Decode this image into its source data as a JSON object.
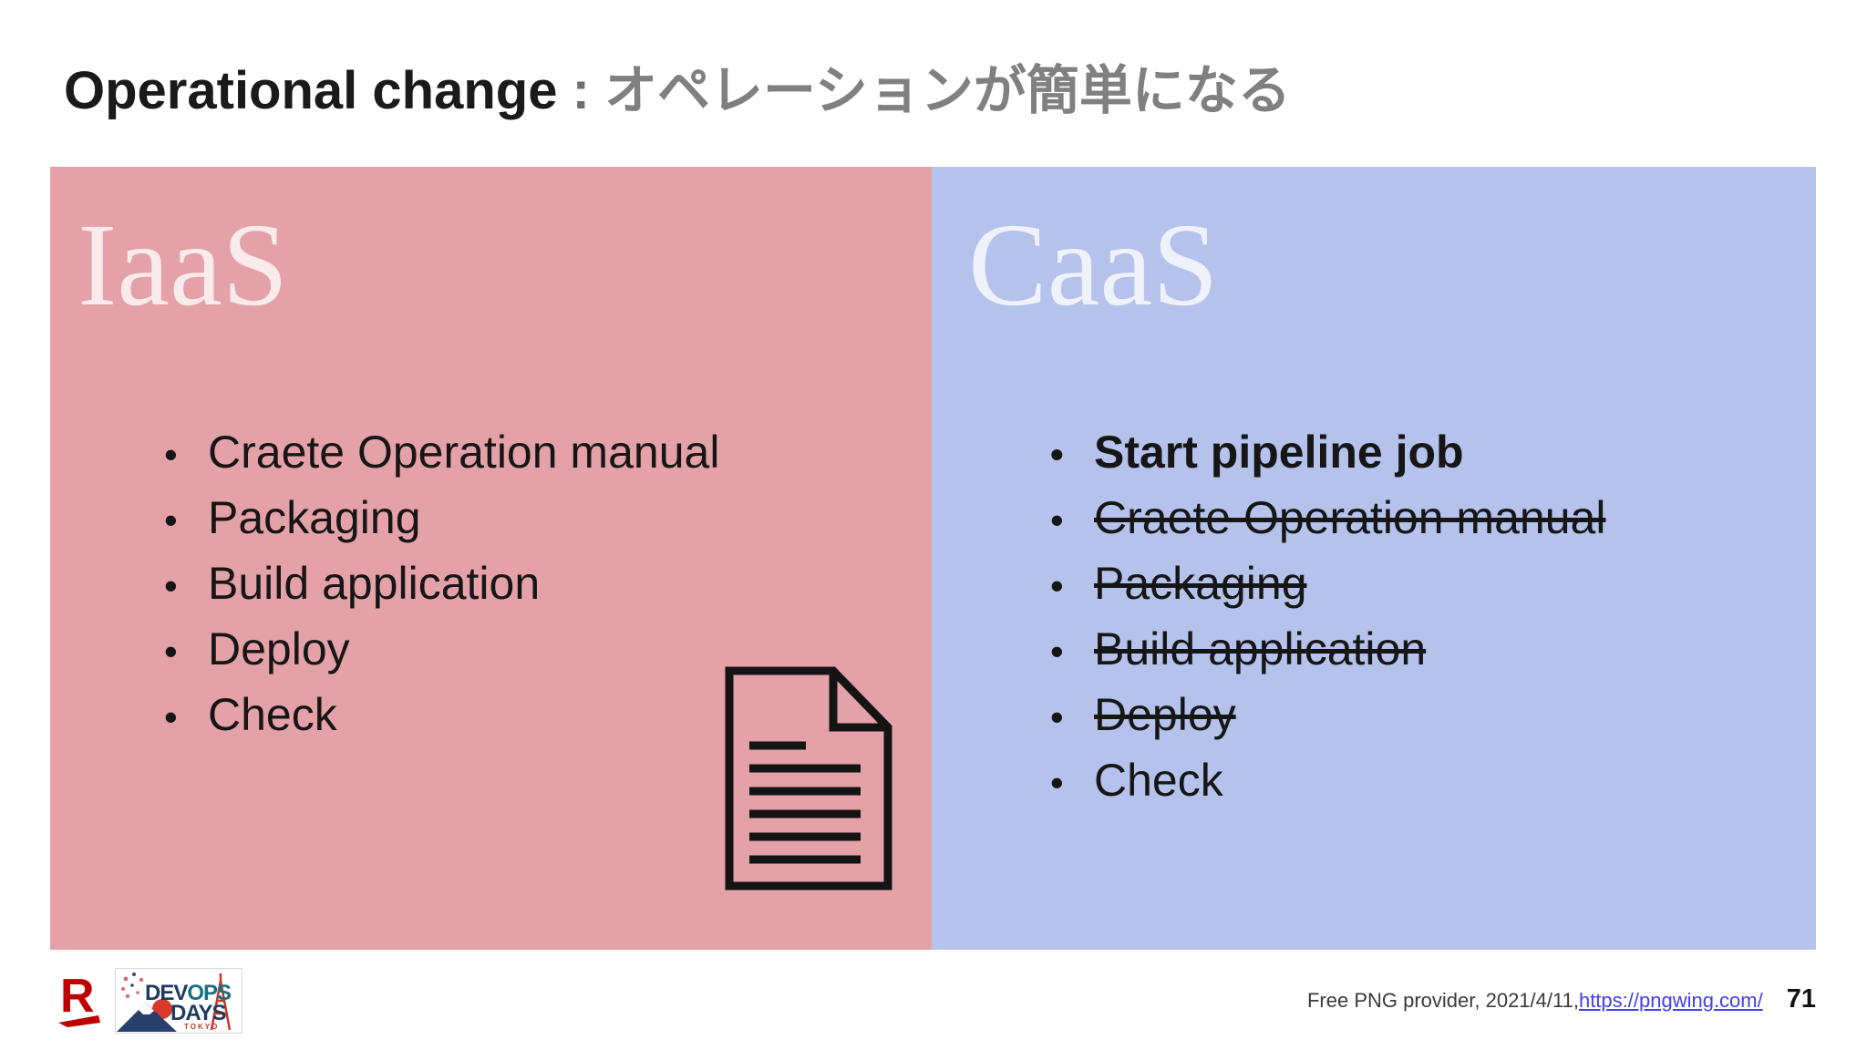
{
  "slide": {
    "title": {
      "en": "Operational change",
      "separator": " : ",
      "ja": "オペレーションが簡単になる"
    },
    "panels": {
      "iaas": {
        "heading": "IaaS",
        "bg_color": "#e5a1a8",
        "bullet": "•",
        "items": [
          "Craete Operation manual",
          "Packaging",
          "Build application",
          "Deploy",
          "Check"
        ]
      },
      "caas": {
        "heading": "CaaS",
        "bg_color": "#b5c2ec",
        "bullet": "•",
        "items": [
          {
            "label": "Start pipeline job",
            "bold": true,
            "strikethrough": false
          },
          {
            "label": "Craete Operation manual",
            "bold": false,
            "strikethrough": true
          },
          {
            "label": "Packaging",
            "bold": false,
            "strikethrough": true
          },
          {
            "label": "Build application",
            "bold": false,
            "strikethrough": true
          },
          {
            "label": "Deploy",
            "bold": false,
            "strikethrough": true
          },
          {
            "label": "Check",
            "bold": false,
            "strikethrough": false
          }
        ]
      }
    },
    "icons": {
      "document_icon": "document-with-folded-corner-and-text-lines"
    },
    "footer": {
      "rakuten_logo": {
        "letter": "R",
        "color": "#bf0000"
      },
      "devopsdays_logo": {
        "dev": "DEV",
        "ops": "OPS",
        "days": "DAYS",
        "tokyo": "TOKYO",
        "navy": "#1e3a5f",
        "teal": "#17707e",
        "red": "#c8362b"
      },
      "credit_prefix": "Free PNG provider, 2021/4/11, ",
      "credit_link": "https://pngwing.com/",
      "page_number": "71"
    },
    "colors": {
      "title_text": "#1a1a1a",
      "title_ja_gray": "#808080",
      "body_text": "#161616",
      "link_blue": "#4040f0"
    }
  }
}
